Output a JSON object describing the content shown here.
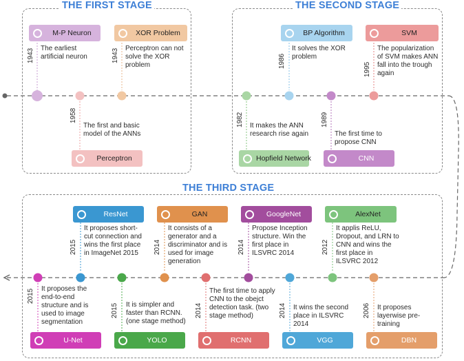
{
  "stages": {
    "first": "THE FIRST STAGE",
    "second": "THE SECOND STAGE",
    "third": "THE THIRD STAGE"
  },
  "events": [
    {
      "id": "mp",
      "year": "1943",
      "name": "M-P Neuron",
      "desc": "The earliest artificial neuron",
      "color": "#d6b3dd"
    },
    {
      "id": "xor",
      "year": "1943",
      "name": "XOR Problem",
      "desc": "Perceptron can not solve the XOR problem",
      "color": "#f1c8a2"
    },
    {
      "id": "perceptron",
      "year": "1958",
      "name": "Perceptron",
      "desc": "The first and basic model of the ANNs",
      "color": "#f3c1c1"
    },
    {
      "id": "hopfield",
      "year": "1982",
      "name": "Hopfield Network",
      "desc": "It makes the ANN research rise again",
      "color": "#a9d6a4"
    },
    {
      "id": "bp",
      "year": "1986",
      "name": "BP Algorithm",
      "desc": "It solves the XOR problem",
      "color": "#a8d4ef"
    },
    {
      "id": "cnn",
      "year": "1989",
      "name": "CNN",
      "desc": "The first time to propose CNN",
      "color": "#c389c9"
    },
    {
      "id": "svm",
      "year": "1995",
      "name": "SVM",
      "desc": "The popularization of SVM makes ANN fall into the trough again",
      "color": "#ec9b9b"
    },
    {
      "id": "resnet",
      "year": "2015",
      "name": "ResNet",
      "desc": "It proposes short-cut connection and wins the first place in ImageNet 2015",
      "color": "#3a97d1"
    },
    {
      "id": "gan",
      "year": "2014",
      "name": "GAN",
      "desc": "It consists of a generator and a discriminator and is used for image generation",
      "color": "#e0914d"
    },
    {
      "id": "googlenet",
      "year": "2014",
      "name": "GoogleNet",
      "desc": "Propose Inception structure. Win the first place in ILSVRC 2014",
      "color": "#a24d9d"
    },
    {
      "id": "alexnet",
      "year": "2012",
      "name": "AlexNet",
      "desc": "It applis ReLU, Dropout, and LRN to CNN and wins the first place in ILSVRC 2012",
      "color": "#7dc47d"
    },
    {
      "id": "unet",
      "year": "2015",
      "name": "U-Net",
      "desc": "It proposes the end-to-end structure and is used to image segmentation",
      "color": "#d03eb6"
    },
    {
      "id": "yolo",
      "year": "2015",
      "name": "YOLO",
      "desc": "It is simpler and faster than RCNN. (one stage method)",
      "color": "#4aa84a"
    },
    {
      "id": "rcnn",
      "year": "2014",
      "name": "RCNN",
      "desc": "The first time to apply CNN to the obejct detection task. (two stage method)",
      "color": "#e06f6f"
    },
    {
      "id": "vgg",
      "year": "2014",
      "name": "VGG",
      "desc": "It wins the second place in ILSVRC 2014",
      "color": "#4fa7d8"
    },
    {
      "id": "dbn",
      "year": "2006",
      "name": "DBN",
      "desc": "It proposes layerwise pre-training",
      "color": "#e49e6a"
    }
  ]
}
